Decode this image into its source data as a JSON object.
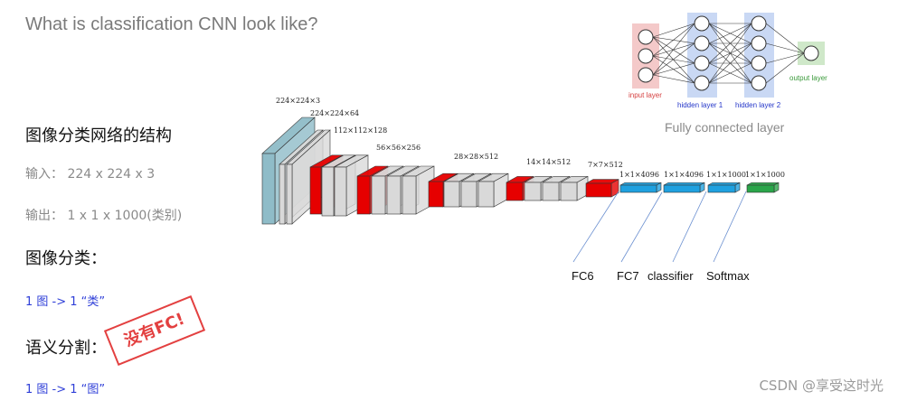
{
  "title": "What is classification CNN look like?",
  "left_text": {
    "heading": "图像分类网络的结构",
    "input": "输入： 224 x 224 x 3",
    "output": "输出： 1 x 1 x 1000(类别)",
    "classification": "图像分类：",
    "class_mapping": "1 图 -> 1 “类”",
    "segmentation": "语义分割：",
    "seg_mapping": "1 图 -> 1 “图”",
    "stamp": "没有FC!"
  },
  "fc_diagram": {
    "input_label": "input layer",
    "hidden1_label": "hidden layer 1",
    "hidden2_label": "hidden layer 2",
    "output_label": "output layer",
    "caption": "Fully connected layer",
    "colors": {
      "input": "#f4c9c9",
      "hidden": "#c9d8f4",
      "output": "#cfe8c9"
    }
  },
  "cnn_diagram": {
    "dims": [
      "224×224×3",
      "224×224×64",
      "112×112×128",
      "56×56×256",
      "28×28×512",
      "14×14×512",
      "7×7×512",
      "1×1×4096",
      "1×1×4096",
      "1×1×1000",
      "1×1×1000"
    ],
    "fc_labels": [
      "FC6",
      "FC7",
      "classifier",
      "Softmax"
    ],
    "colors": {
      "conv": "#d9d9d9",
      "pool": "#e60000",
      "fc": "#1fa1e0",
      "softmax": "#2aa64a",
      "input": "#8fbcc8"
    }
  },
  "watermark": "CSDN @享受这时光"
}
